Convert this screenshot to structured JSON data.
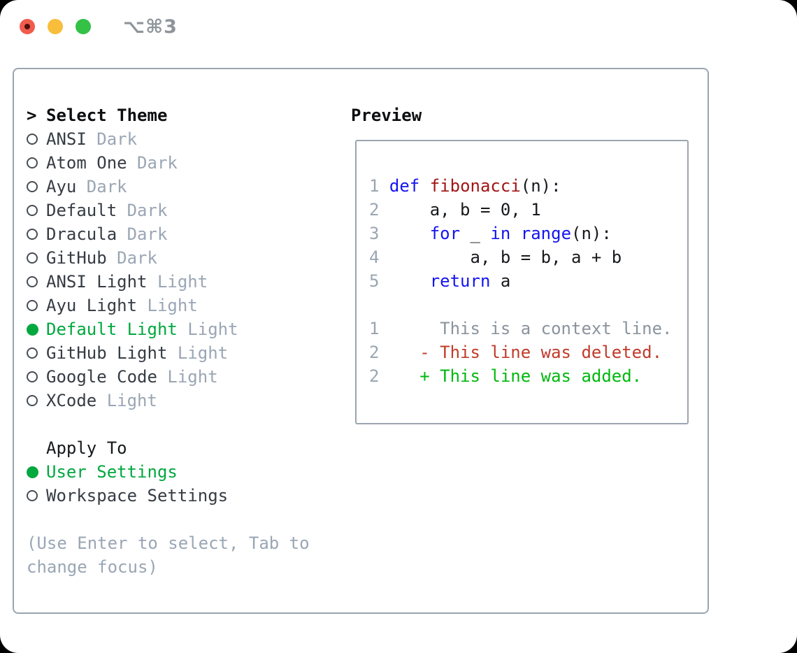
{
  "window": {
    "title": "⌥⌘3",
    "traffic_lights": [
      {
        "name": "close",
        "color": "#f15b4d",
        "has_unsaved_dot": true,
        "dot_color": "#4d100c"
      },
      {
        "name": "minimize",
        "color": "#f8bd3b"
      },
      {
        "name": "zoom",
        "color": "#33c146"
      }
    ]
  },
  "theme_picker": {
    "header": {
      "prompt": ">",
      "label": "Select Theme"
    },
    "themes": [
      {
        "name": "ANSI",
        "variant": "Dark",
        "selected": false
      },
      {
        "name": "Atom One",
        "variant": "Dark",
        "selected": false
      },
      {
        "name": "Ayu",
        "variant": "Dark",
        "selected": false
      },
      {
        "name": "Default",
        "variant": "Dark",
        "selected": false
      },
      {
        "name": "Dracula",
        "variant": "Dark",
        "selected": false
      },
      {
        "name": "GitHub",
        "variant": "Dark",
        "selected": false
      },
      {
        "name": "ANSI Light",
        "variant": "Light",
        "selected": false
      },
      {
        "name": "Ayu Light",
        "variant": "Light",
        "selected": false
      },
      {
        "name": "Default Light",
        "variant": "Light",
        "selected": true
      },
      {
        "name": "GitHub Light",
        "variant": "Light",
        "selected": false
      },
      {
        "name": "Google Code",
        "variant": "Light",
        "selected": false
      },
      {
        "name": "XCode",
        "variant": "Light",
        "selected": false
      }
    ],
    "apply_to": {
      "label": "Apply To",
      "options": [
        {
          "label": "User Settings",
          "selected": true
        },
        {
          "label": "Workspace Settings",
          "selected": false
        }
      ]
    },
    "hint": "(Use Enter to select, Tab to change focus)"
  },
  "preview": {
    "title": "Preview",
    "palette": {
      "num": "#9aa5b2",
      "kw": "#1414f0",
      "fn": "#a31515",
      "plain": "#17191d",
      "ctx": "#8a949e",
      "del": "#c13b2a",
      "add": "#00b80f"
    },
    "code_lines": [
      {
        "segments": [
          {
            "c": "num",
            "t": "1 "
          },
          {
            "c": "kw",
            "t": "def"
          },
          {
            "c": "plain",
            "t": " "
          },
          {
            "c": "fn",
            "t": "fibonacci"
          },
          {
            "c": "plain",
            "t": "(n):"
          }
        ]
      },
      {
        "segments": [
          {
            "c": "num",
            "t": "2 "
          },
          {
            "c": "plain",
            "t": "    a, b = 0, 1"
          }
        ]
      },
      {
        "segments": [
          {
            "c": "num",
            "t": "3 "
          },
          {
            "c": "plain",
            "t": "    "
          },
          {
            "c": "kw",
            "t": "for"
          },
          {
            "c": "plain",
            "t": " _ "
          },
          {
            "c": "kw",
            "t": "in"
          },
          {
            "c": "plain",
            "t": " "
          },
          {
            "c": "kw",
            "t": "range"
          },
          {
            "c": "plain",
            "t": "(n):"
          }
        ]
      },
      {
        "segments": [
          {
            "c": "num",
            "t": "4 "
          },
          {
            "c": "plain",
            "t": "        a, b = b, a + b"
          }
        ]
      },
      {
        "segments": [
          {
            "c": "num",
            "t": "5 "
          },
          {
            "c": "plain",
            "t": "    "
          },
          {
            "c": "kw",
            "t": "return"
          },
          {
            "c": "plain",
            "t": " a"
          }
        ]
      },
      {
        "segments": []
      },
      {
        "segments": [
          {
            "c": "num",
            "t": "1"
          },
          {
            "c": "ctx",
            "t": "      This is a context line."
          }
        ]
      },
      {
        "segments": [
          {
            "c": "num",
            "t": "2"
          },
          {
            "c": "del",
            "t": "    - This line was deleted."
          }
        ]
      },
      {
        "segments": [
          {
            "c": "num",
            "t": "2"
          },
          {
            "c": "add",
            "t": "    + This line was added."
          }
        ]
      }
    ]
  },
  "colors": {
    "accent_green": "#00a83e",
    "muted_gray": "#9aa6b4",
    "item_text": "#363c44",
    "panel_border": "#9ba5b0"
  }
}
